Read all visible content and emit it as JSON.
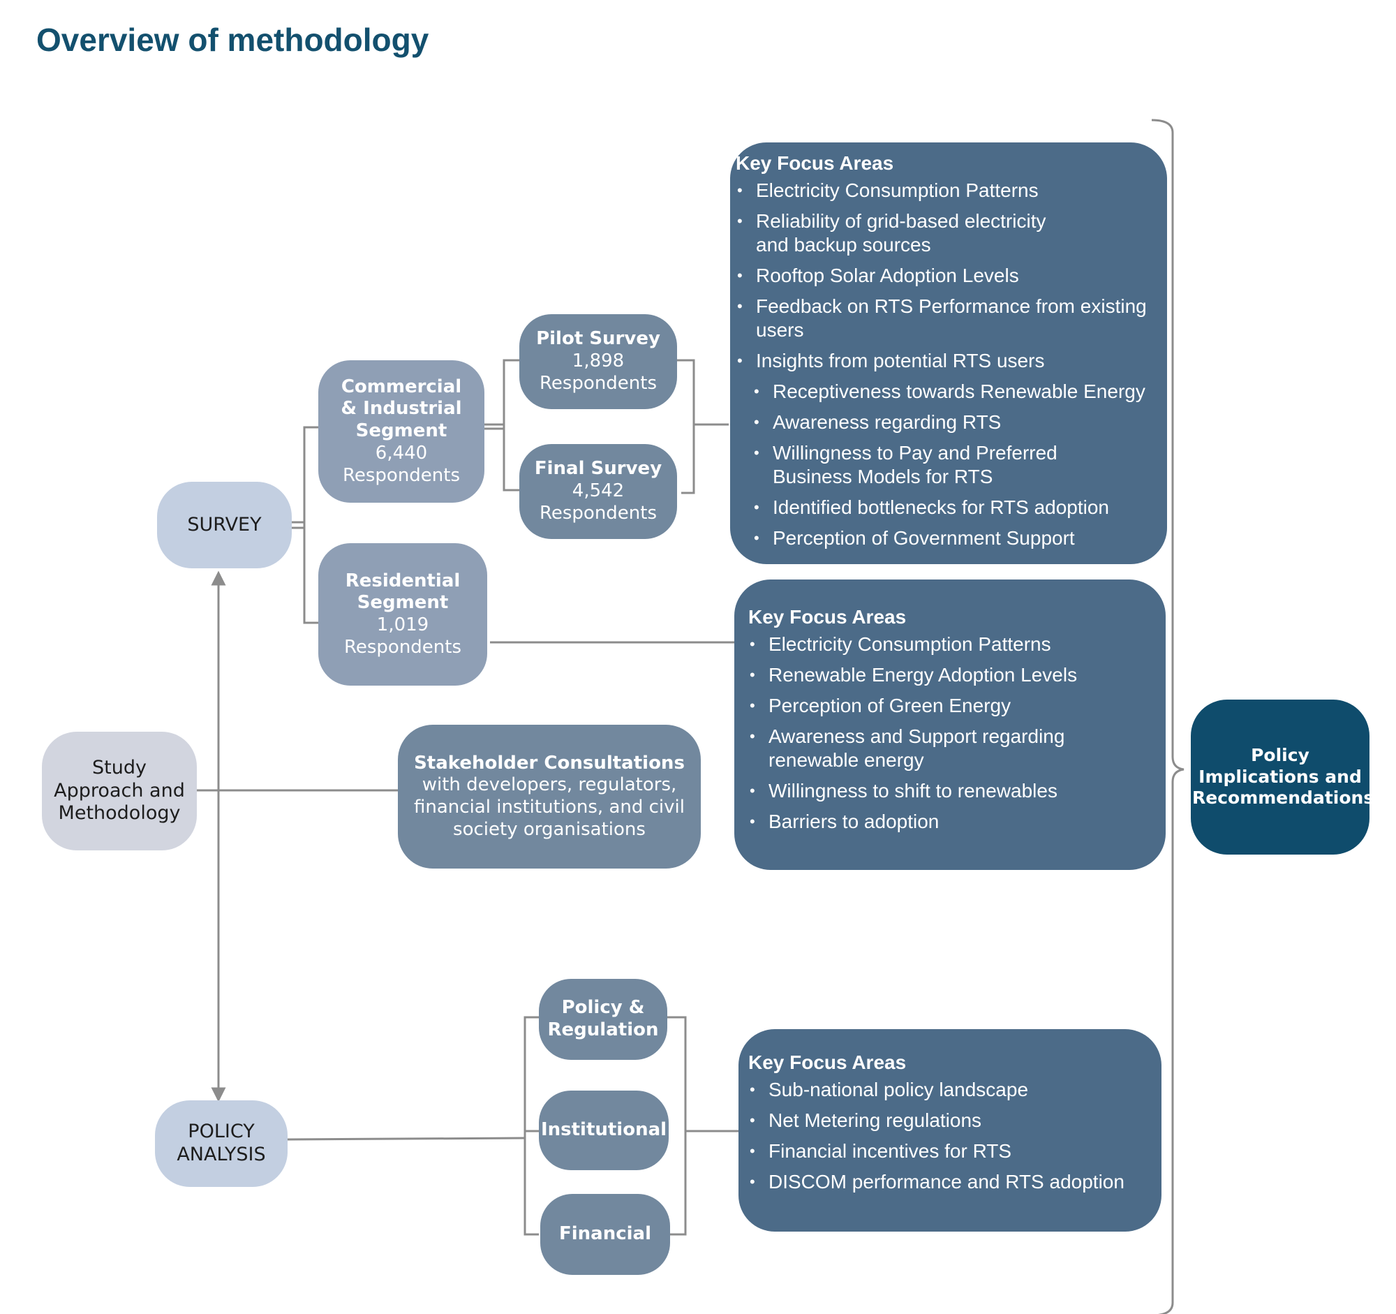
{
  "title": "Overview of methodology",
  "nodes": {
    "study": "Study Approach and Methodology",
    "survey": "SURVEY",
    "policy_analysis": "POLICY ANALYSIS",
    "ci_segment": {
      "name": "Commercial & Industrial Segment",
      "count": "6,440",
      "unit": "Respondents"
    },
    "residential_segment": {
      "name": "Residential Segment",
      "count": "1,019",
      "unit": "Respondents"
    },
    "pilot_survey": {
      "name": "Pilot Survey",
      "count": "1,898",
      "unit": "Respondents"
    },
    "final_survey": {
      "name": "Final Survey",
      "count": "4,542",
      "unit": "Respondents"
    },
    "stakeholder": {
      "name": "Stakeholder Consultations",
      "detail": "with developers, regulators, financial institutions, and civil society organisations"
    },
    "policy_regulation": "Policy & Regulation",
    "institutional": "Institutional",
    "financial": "Financial",
    "outcome": "Policy Implications and Recommendations"
  },
  "focus_ci": {
    "heading": "Key Focus Areas",
    "items": [
      "Electricity Consumption Patterns",
      "Reliability of grid-based electricity and backup sources",
      "Rooftop Solar Adoption Levels",
      "Feedback on RTS Performance from existing users",
      "Insights from potential RTS users"
    ],
    "subitems": [
      "Receptiveness towards Renewable Energy",
      "Awareness regarding RTS",
      "Willingness to Pay and Preferred Business Models for RTS",
      "Identified bottlenecks for RTS adoption",
      "Perception of Government Support"
    ]
  },
  "focus_res": {
    "heading": "Key Focus Areas",
    "items": [
      "Electricity Consumption Patterns",
      "Renewable Energy Adoption Levels",
      "Perception of Green Energy",
      "Awareness and Support regarding renewable energy",
      "Willingness to shift to renewables",
      "Barriers to adoption"
    ]
  },
  "focus_policy": {
    "heading": "Key Focus Areas",
    "items": [
      "Sub-national policy landscape",
      "Net Metering regulations",
      "Financial incentives for RTS",
      "DISCOM performance and RTS adoption"
    ]
  },
  "colors": {
    "title": "#13506e",
    "connector": "#8c8c8c",
    "light_node": "#c3cfe1",
    "mid_node": "#8f9fb5",
    "dark_node": "#72889e",
    "focus_box": "#4c6b88",
    "outcome_node": "#0f4c6c"
  }
}
